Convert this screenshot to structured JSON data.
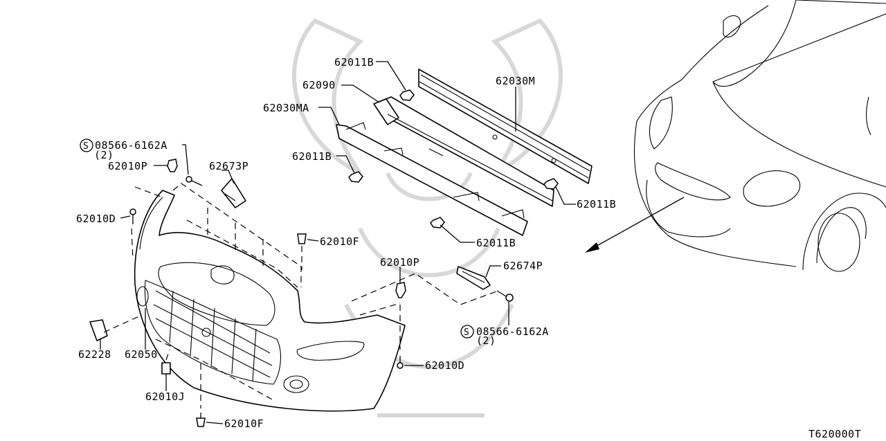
{
  "labels": {
    "p62011B_top": "62011B",
    "p62090": "62090",
    "p62030M": "62030M",
    "p62030MA": "62030MA",
    "p62011B_left": "62011B",
    "p62011B_right": "62011B",
    "p62011B_bottom": "62011B",
    "p08566_left": "08566-6162A",
    "p08566_left_qty": "(2)",
    "p62010P_left": "62010P",
    "p62673P": "62673P",
    "p62010D_left": "62010D",
    "p62010F_top": "62010F",
    "p62010P_right": "62010P",
    "p62674P": "62674P",
    "p08566_right": "08566-6162A",
    "p08566_right_qty": "(2)",
    "p62010D_right": "62010D",
    "p62228": "62228",
    "p62050": "62050",
    "p62010J": "62010J",
    "p62010F_bottom": "62010F",
    "s_mark": "S",
    "diagram_code": "T620000T"
  }
}
